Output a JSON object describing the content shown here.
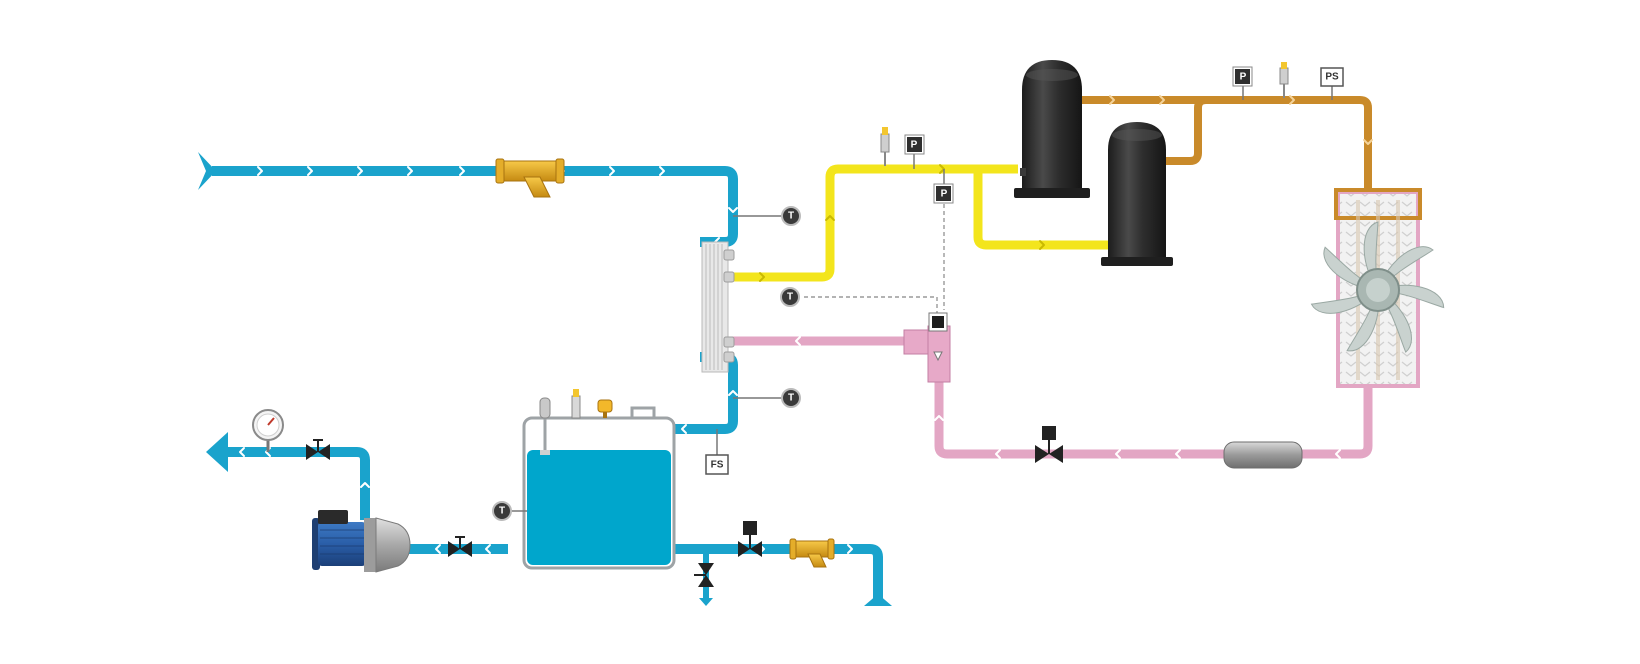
{
  "colors": {
    "water": "#1aa3cc",
    "discharge_gas": "#c98a2a",
    "suction_gas": "#f3e51c",
    "liquid": "#e3a6c4",
    "tank_water": "#00a6cc",
    "compressor": "#2d2d2d",
    "pump_motor": "#2a5ea8"
  },
  "labels": {
    "T": "T",
    "P": "P",
    "PS": "PS",
    "FS": "FS"
  },
  "icons": [
    "water-inlet-icon",
    "y-strainer-icon",
    "water-outlet-icon",
    "pressure-gauge-icon",
    "hand-valve-icon",
    "pump-icon",
    "water-tank-icon",
    "solenoid-valve-icon",
    "plate-heat-exchanger-icon",
    "expansion-valve-icon",
    "compressor-icon",
    "condenser-fan-icon",
    "liquid-receiver-icon",
    "schrader-valve-icon"
  ]
}
